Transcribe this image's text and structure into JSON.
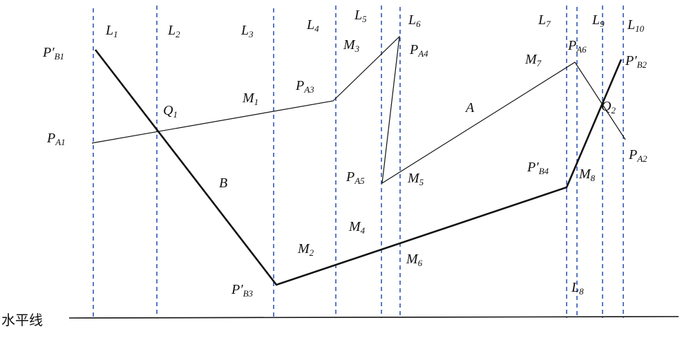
{
  "vertical_lines": [
    {
      "name": "L",
      "sub": "1"
    },
    {
      "name": "L",
      "sub": "2"
    },
    {
      "name": "L",
      "sub": "3"
    },
    {
      "name": "L",
      "sub": "4"
    },
    {
      "name": "L",
      "sub": "5"
    },
    {
      "name": "L",
      "sub": "6"
    },
    {
      "name": "L",
      "sub": "7"
    },
    {
      "name": "L",
      "sub": "8"
    },
    {
      "name": "L",
      "sub": "9"
    },
    {
      "name": "L",
      "sub": "10"
    }
  ],
  "points": {
    "PB1": {
      "main": "P′",
      "sub": "B1"
    },
    "PA1": {
      "main": "P",
      "sub": "A1"
    },
    "Q1": {
      "main": "Q",
      "sub": "1"
    },
    "M1": {
      "main": "M",
      "sub": "1"
    },
    "PA3": {
      "main": "P",
      "sub": "A3"
    },
    "M3": {
      "main": "M",
      "sub": "3"
    },
    "PA4": {
      "main": "P",
      "sub": "A4"
    },
    "PA5": {
      "main": "P",
      "sub": "A5"
    },
    "M5": {
      "main": "M",
      "sub": "5"
    },
    "M7": {
      "main": "M",
      "sub": "7"
    },
    "PA6": {
      "main": "P",
      "sub": "A6"
    },
    "PB2": {
      "main": "P′",
      "sub": "B2"
    },
    "Q2": {
      "main": "Q",
      "sub": "2"
    },
    "PA2": {
      "main": "P",
      "sub": "A2"
    },
    "PB4": {
      "main": "P′",
      "sub": "B4"
    },
    "M8": {
      "main": "M",
      "sub": "8"
    },
    "M4": {
      "main": "M",
      "sub": "4"
    },
    "M2": {
      "main": "M",
      "sub": "2"
    },
    "M6": {
      "main": "M",
      "sub": "6"
    },
    "PB3": {
      "main": "P′",
      "sub": "B3"
    }
  },
  "curve_labels": {
    "A": "A",
    "B": "B"
  },
  "ground_label": "水平线"
}
